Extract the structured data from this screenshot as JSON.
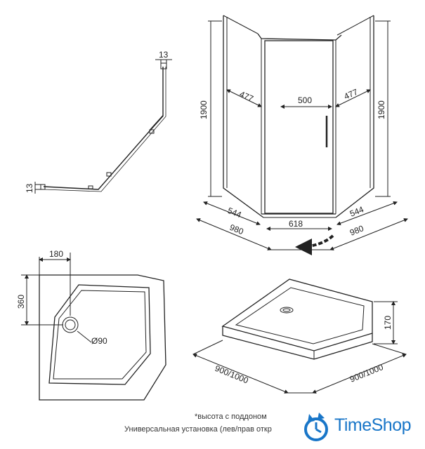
{
  "profile": {
    "dim_top": "13",
    "dim_bottom": "13"
  },
  "cabin": {
    "height_left": "1900",
    "height_right": "1900",
    "panel_left": "477",
    "door_width": "500",
    "panel_right": "477",
    "base_left": "544",
    "base_right": "544",
    "front": "618",
    "depth_left": "980",
    "depth_right": "980"
  },
  "tray_plan": {
    "drain_x": "180",
    "drain_y": "360",
    "drain_diameter": "Ø90"
  },
  "tray_3d": {
    "height": "170",
    "size_left": "900/1000",
    "size_right": "900/1000"
  },
  "notes": {
    "line1": "*высота с поддоном",
    "line2": "Универсальная установка (лев/прав откр"
  },
  "brand": {
    "name": "TimeShop",
    "color": "#1976c8"
  }
}
